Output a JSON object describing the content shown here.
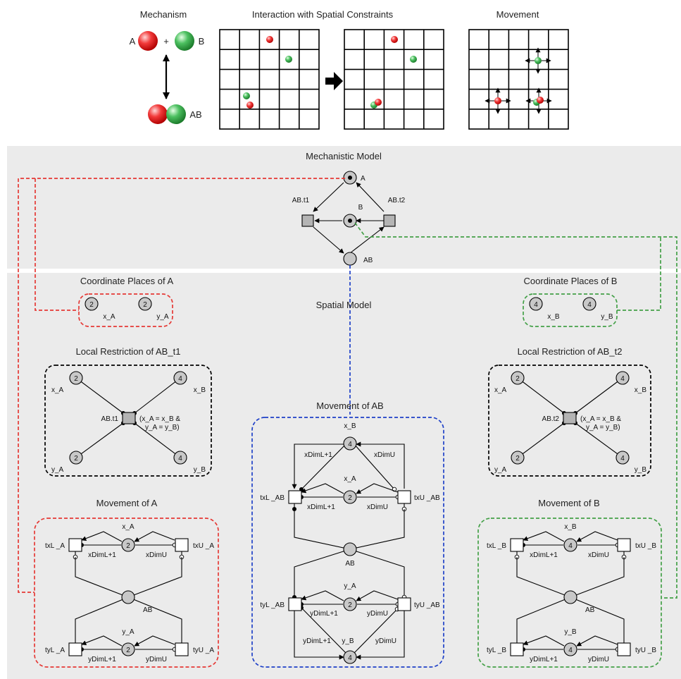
{
  "colors": {
    "red": "#e53935",
    "green": "#43a047",
    "blue": "#1e40c8",
    "panel": "#ebebeb",
    "black": "#000000"
  },
  "top": {
    "mechanism": {
      "title": "Mechanism",
      "a": "A",
      "plus": "+",
      "b": "B",
      "ab": "AB"
    },
    "interaction": {
      "title": "Interaction with Spatial Constraints"
    },
    "movement": {
      "title": "Movement"
    }
  },
  "mechanistic": {
    "title": "Mechanistic Model",
    "place_a": "A",
    "place_b": "B",
    "place_ab": "AB",
    "t1": "AB.t1",
    "t2": "AB.t2"
  },
  "spatial": {
    "title": "Spatial Model"
  },
  "coordA": {
    "title": "Coordinate Places of A",
    "token1": "2",
    "token2": "2",
    "label1": "x_A",
    "label2": "y_A"
  },
  "coordB": {
    "title": "Coordinate Places of B",
    "token1": "4",
    "token2": "4",
    "label1": "x_B",
    "label2": "y_B"
  },
  "restr1": {
    "title": "Local Restriction of AB_t1",
    "xa": "x_A",
    "xb": "x_B",
    "ya": "y_A",
    "yb": "y_B",
    "tok_a": "2",
    "tok_b": "4",
    "trans": "AB.t1",
    "guard1": "(x_A = x_B &",
    "guard2": "y_A = y_B)"
  },
  "restr2": {
    "title": "Local Restriction of AB_t2",
    "xa": "x_A",
    "xb": "x_B",
    "ya": "y_A",
    "yb": "y_B",
    "tok_a": "2",
    "tok_b": "4",
    "trans": "AB.t2",
    "guard1": "(x_A = x_B &",
    "guard2": "y_A = y_B)"
  },
  "moveA": {
    "title": "Movement of A",
    "px": "x_A",
    "py": "y_A",
    "tok": "2",
    "ab": "AB",
    "txl": "txL _A",
    "txu": "txU _A",
    "tyl": "tyL _A",
    "tyu": "tyU _A",
    "l1": "xDimL+1",
    "u1": "xDimU",
    "l2": "yDimL+1",
    "u2": "yDimU"
  },
  "moveB": {
    "title": "Movement of B",
    "px": "x_B",
    "py": "y_B",
    "tok": "4",
    "ab": "AB",
    "txl": "txL _B",
    "txu": "txU _B",
    "tyl": "tyL _B",
    "tyu": "tyU _B",
    "l1": "xDimL+1",
    "u1": "xDimU",
    "l2": "yDimL+1",
    "u2": "yDimU"
  },
  "moveAB": {
    "title": "Movement of AB",
    "xb": "x_B",
    "xa": "x_A",
    "ya": "y_A",
    "yb": "y_B",
    "tok2": "2",
    "tok4": "4",
    "ab": "AB",
    "txl": "txL _AB",
    "txu": "txU _AB",
    "tyl": "tyL _AB",
    "tyu": "tyU _AB",
    "xl_outer": "xDimL+1",
    "xu_outer": "xDimU",
    "xl_inner": "xDimL+1",
    "xu_inner": "xDimU",
    "yl_inner": "yDimL+1",
    "yu_inner": "yDimU",
    "yl_outer": "yDimL+1",
    "yu_outer": "yDimU"
  }
}
